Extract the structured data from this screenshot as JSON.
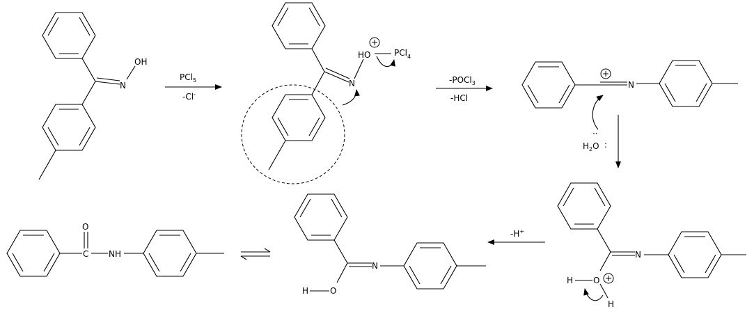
{
  "reagents": {
    "step1_top": "PCl",
    "step1_top_sub": "5",
    "step1_bottom": "-Cl",
    "step1_bottom_sup": "-",
    "step2_top": "-POCl",
    "step2_top_sub": "3",
    "step2_bottom": "-HCl",
    "step4": "-H",
    "step4_sup": "+"
  },
  "atoms": {
    "oxime_OH": "OH",
    "oxime_N": "N",
    "int1_HO": "HO",
    "int1_PCl": "PCl",
    "int1_PCl_sub": "4",
    "int1_N": "N",
    "int1_charge": "+",
    "nitrilium_N": "N",
    "nitrilium_charge": "+",
    "water_H": "H",
    "water_sub": "2",
    "water_O": "O",
    "water_lone_pair": ":",
    "water_dots": "··",
    "int3_N": "N",
    "int3_H_left": "H",
    "int3_O": "O",
    "int3_H_bottom": "H",
    "int3_charge": "+",
    "imidic_N": "N",
    "imidic_H": "H",
    "imidic_O": "O",
    "amide_O": "O",
    "amide_C": "C",
    "amide_NH": "NH"
  }
}
